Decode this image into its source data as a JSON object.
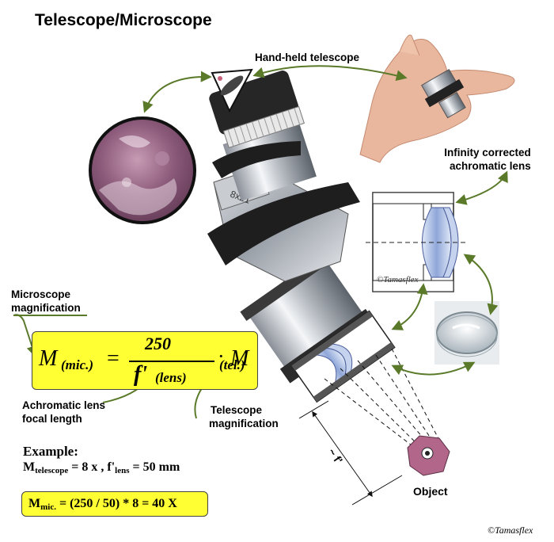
{
  "title": "Telescope/Microscope",
  "labels": {
    "handheld": "Hand-held telescope",
    "infinity_line1": "Infinity corrected",
    "infinity_line2": "achromatic lens",
    "micro_mag_line1": "Microscope",
    "micro_mag_line2": "magnification",
    "achro_line1": "Achromatic lens",
    "achro_line2": "focal length",
    "tele_mag_line1": "Telescope",
    "tele_mag_line2": "magnification",
    "object": "Object",
    "distance": "~ f'",
    "body_mark": "8x21",
    "watermark_lens": "©Tamasflex",
    "watermark_corner": "©Tamasflex"
  },
  "formula": {
    "lhs_main": "M",
    "lhs_sub": "(mic.)",
    "equals": "=",
    "numerator": "250",
    "denominator_main": "f'",
    "denominator_sub": "(lens)",
    "dot": "·",
    "rhs_main": "M",
    "rhs_sub": "(tel.)"
  },
  "example": {
    "heading": "Example:",
    "m": "M",
    "tele_sub": "telescope",
    "tele_val": " = 8 x , f'",
    "lens_sub": "lens",
    "lens_val": " = 50 mm",
    "result_m": "M",
    "result_sub": "mic.",
    "result_val": " = (250 / 50) * 8 = 40 X"
  },
  "colors": {
    "highlight": "#ffff33",
    "arrow": "#5a7a2a"
  }
}
